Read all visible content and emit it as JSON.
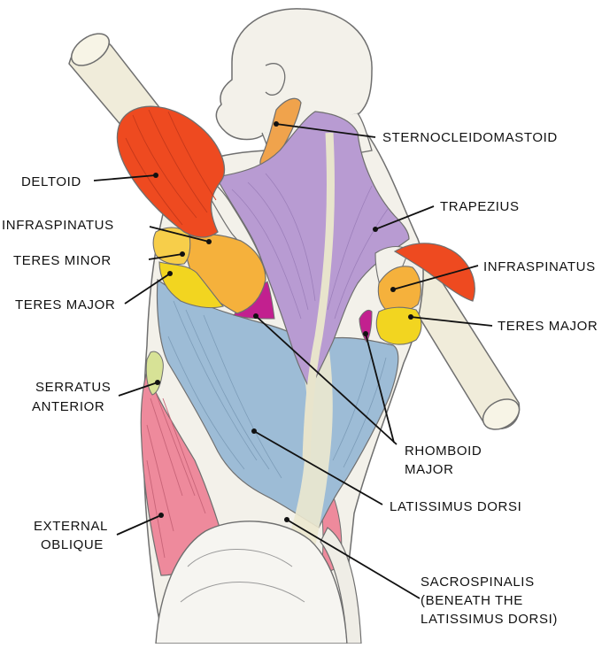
{
  "colors": {
    "background": "#ffffff",
    "outline": "#6f6f6f",
    "skin": "#f3f1ea",
    "bone": "#f0ecda",
    "deltoid": "#ee4a20",
    "infraspinatus": "#f5b13c",
    "teres_minor": "#f7ce4a",
    "teres_major": "#f2d520",
    "trapezius": "#b89bd2",
    "rhomboid": "#c2208f",
    "latissimus": "#9dbcd6",
    "external_oblique": "#ee8a9c",
    "serratus": "#d7e296",
    "sternocleidomastoid": "#f0a34c",
    "leader": "#111111"
  },
  "labels": {
    "sternocleidomastoid": "STERNOCLEIDOMASTOID",
    "deltoid": "DELTOID",
    "trapezius": "TRAPEZIUS",
    "infraspinatus_left": "INFRASPINATUS",
    "infraspinatus_right": "INFRASPINATUS",
    "teres_minor": "TERES MINOR",
    "teres_major_left": "TERES MAJOR",
    "teres_major_right": "TERES MAJOR",
    "serratus_anterior": [
      "SERRATUS",
      "ANTERIOR"
    ],
    "rhomboid_major": [
      "RHOMBOID",
      "MAJOR"
    ],
    "latissimus_dorsi": "LATISSIMUS DORSI",
    "external_oblique": [
      "EXTERNAL",
      "OBLIQUE"
    ],
    "sacrospinalis": [
      "SACROSPINALIS",
      "(BENEATH THE",
      "LATISSIMUS DORSI)"
    ]
  }
}
